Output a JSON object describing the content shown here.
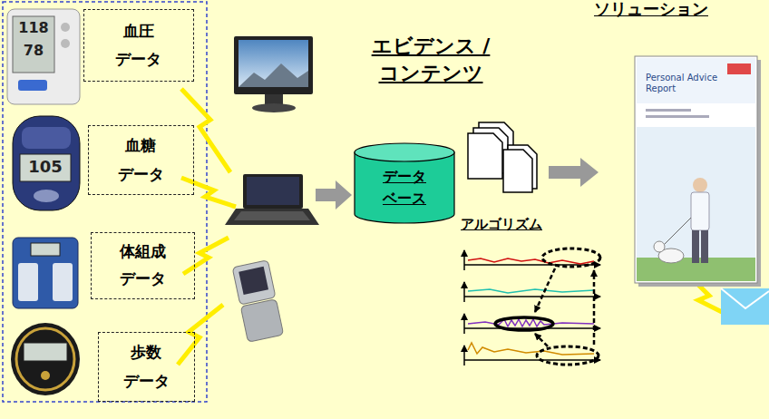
{
  "diagram": {
    "nodes": [
      {
        "text": [
          "血圧 データ"
        ]
      },
      {
        "text": [
          "血糖 データ"
        ]
      },
      {
        "text": [
          "体組成 データ"
        ]
      },
      {
        "text": [
          "歩数 データ"
        ]
      },
      {
        "text": [
          "データ ベース"
        ]
      }
    ],
    "labels": [
      "ソリューション",
      "エビデンス / コンテンツ",
      "アルゴリズム",
      "118",
      "78",
      "105",
      "Personal Advice Report"
    ]
  }
}
